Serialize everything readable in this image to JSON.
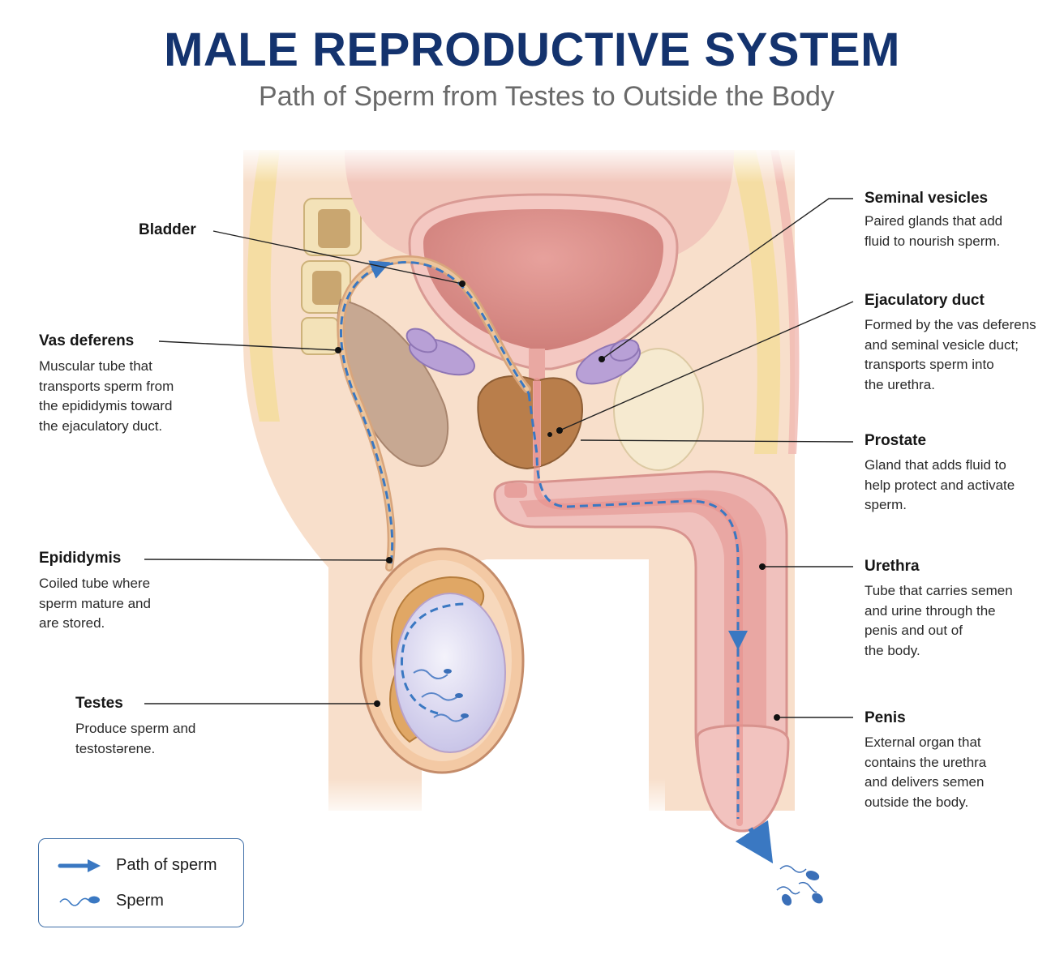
{
  "title": "MALE REPRODUCTIVE SYSTEM",
  "subtitle": "Path of Sperm from Testes to Outside the Body",
  "labels": {
    "bladder": {
      "name": "Bladder"
    },
    "vas_deferens": {
      "name": "Vas deferens",
      "description": [
        "Muscular tube that",
        "transports sperm from",
        "the epididymis toward",
        "the ejaculatory duct."
      ]
    },
    "epididymis": {
      "name": "Epididymis",
      "description": [
        "Coiled tube where",
        "sperm mature and",
        "are stored."
      ]
    },
    "testes": {
      "name": "Testes",
      "description": [
        "Produce sperm and",
        "testostərene."
      ]
    },
    "seminal_vesicles": {
      "name": "Seminal vesicles",
      "description": [
        "Paired glands that add",
        "fluid to nourish sperm."
      ]
    },
    "ejaculatory_duct": {
      "name": "Ejaculatory duct",
      "description": [
        "Formed by the vas deferens",
        "and seminal vesicle duct;",
        "transports sperm into",
        "the urethra."
      ]
    },
    "prostate": {
      "name": "Prostate",
      "description": [
        "Gland that adds fluid to",
        "help protect and activate",
        "sperm."
      ]
    },
    "urethra": {
      "name": "Urethra",
      "description": [
        "Tube that carries semen",
        "and urine through the",
        "penis and out of",
        "the body."
      ]
    },
    "penis": {
      "name": "Penis",
      "description": [
        "External organ that",
        "contains the urethra",
        "and delivers semen",
        "outside the body."
      ]
    }
  },
  "legend": {
    "path_label": "Path of sperm",
    "sperm_label": "Sperm"
  },
  "colors": {
    "title": "#14336e",
    "path_arrow": "#3a78c2",
    "skin": "#f7dcc6",
    "bladder": "#d98a86",
    "prostate": "#b4794a",
    "seminal_vesicles": "#ab8fcc",
    "testis": "#d9d6f0"
  }
}
